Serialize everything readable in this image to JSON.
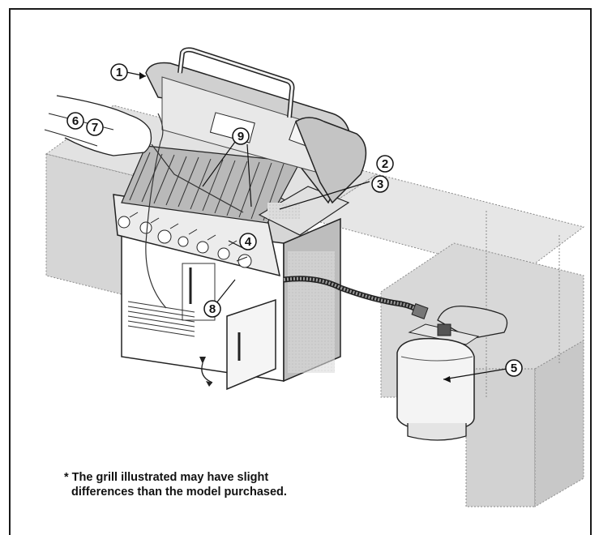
{
  "callouts": [
    {
      "id": "1",
      "label": "1"
    },
    {
      "id": "2",
      "label": "2"
    },
    {
      "id": "3",
      "label": "3"
    },
    {
      "id": "4",
      "label": "4"
    },
    {
      "id": "5",
      "label": "5"
    },
    {
      "id": "6",
      "label": "6"
    },
    {
      "id": "7",
      "label": "7"
    },
    {
      "id": "8",
      "label": "8"
    },
    {
      "id": "9",
      "label": "9"
    }
  ],
  "footnote": {
    "line1": "* The grill illustrated may have slight",
    "line2": "differences than the model purchased."
  }
}
